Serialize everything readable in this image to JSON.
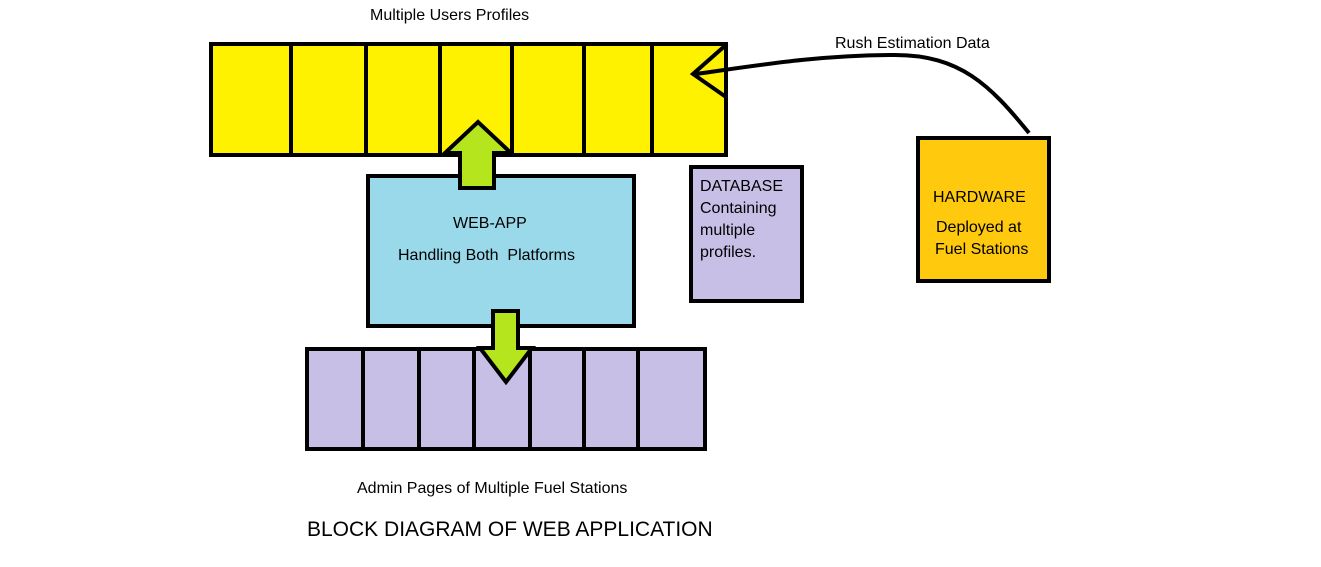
{
  "labels": {
    "top_row": "Multiple Users Profiles",
    "arrow_label": "Rush Estimation Data",
    "bottom_row": "Admin Pages of Multiple Fuel Stations",
    "title": "BLOCK DIAGRAM OF WEB APPLICATION"
  },
  "webapp": {
    "line1": "WEB-APP",
    "line2": "Handling Both  Platforms"
  },
  "database": {
    "lines": [
      "DATABASE",
      "Containing",
      "multiple",
      "profiles."
    ]
  },
  "hardware": {
    "line1": "HARDWARE",
    "line2": "Deployed at",
    "line3": "Fuel Stations"
  },
  "colors": {
    "user_row": "#fff200",
    "admin_row": "#c8bfe7",
    "webapp": "#99d9ea",
    "database": "#c8bfe7",
    "hardware": "#ffc90e",
    "arrows": "#b5e61d",
    "stroke": "#000000"
  }
}
